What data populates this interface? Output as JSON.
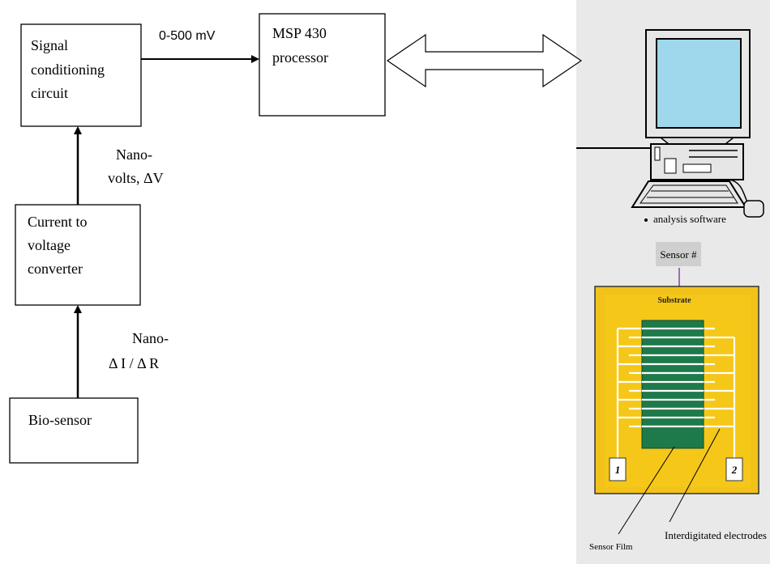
{
  "blocks": {
    "signal_conditioning": [
      "Signal",
      "conditioning",
      "circuit"
    ],
    "current_to_voltage": [
      "Current to",
      "voltage",
      "converter"
    ],
    "bio_sensor": "Bio-sensor",
    "processor": [
      "MSP 430",
      "processor"
    ]
  },
  "links": {
    "voltage_range": "0-500 mV",
    "nano_volts": [
      "Nano-",
      "volts,  ΔV"
    ],
    "nano_current": [
      "Nano-",
      "Δ I / Δ   R"
    ]
  },
  "computer": {
    "caption": "analysis software"
  },
  "sensor": {
    "tag": "Sensor #",
    "substrate": "Substrate",
    "pad_left": "1",
    "pad_right": "2",
    "film_label": "Sensor Film",
    "electrodes_label": "Interdigitated electrodes"
  },
  "colors": {
    "substrate_yellow": "#f2c21b",
    "film_green": "#1e7a4a",
    "monitor_screen": "#9fd8ec",
    "panel_bg": "#e9e9e9"
  }
}
